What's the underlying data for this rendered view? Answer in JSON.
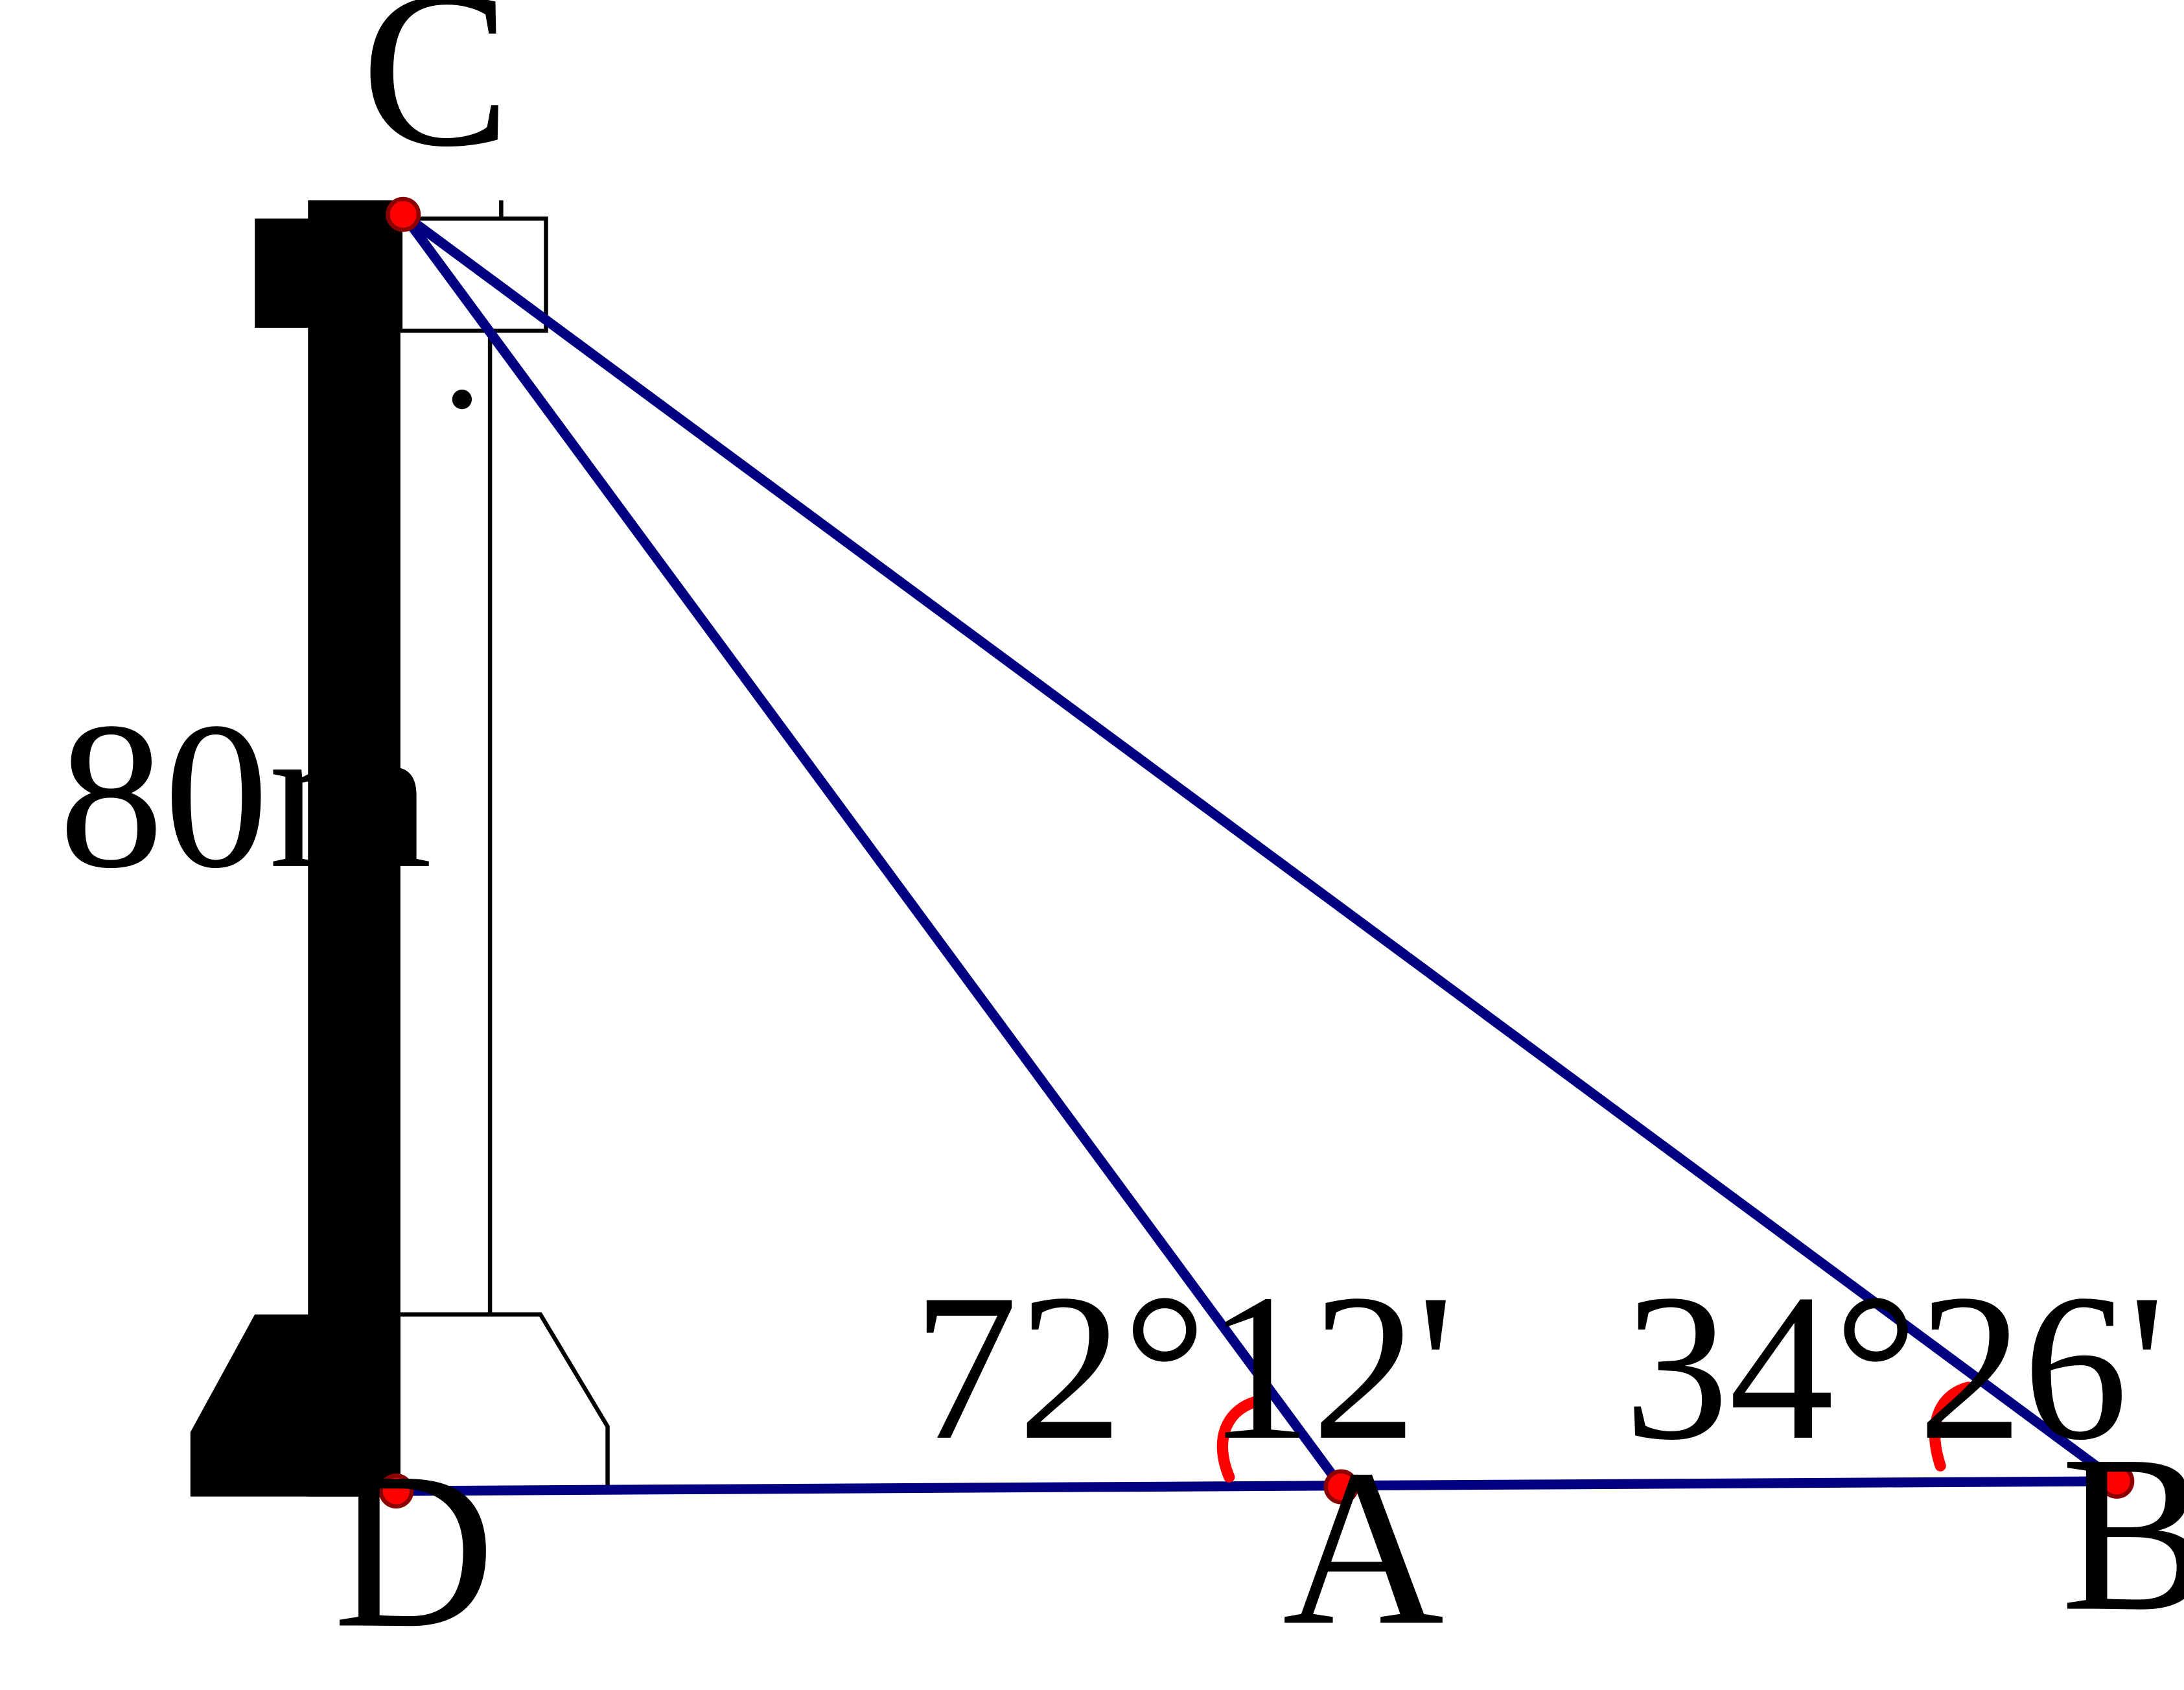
{
  "colors": {
    "segment": "#000080",
    "point": "#ff0000",
    "angle_mark": "#ff0000",
    "tower": "#000000",
    "background": "#ffffff"
  },
  "points": {
    "C": "C",
    "D": "D",
    "A": "A",
    "B": "B"
  },
  "measurements": {
    "height": "80m",
    "angle_at_A": "72°12'",
    "angle_at_B": "34°26'"
  }
}
